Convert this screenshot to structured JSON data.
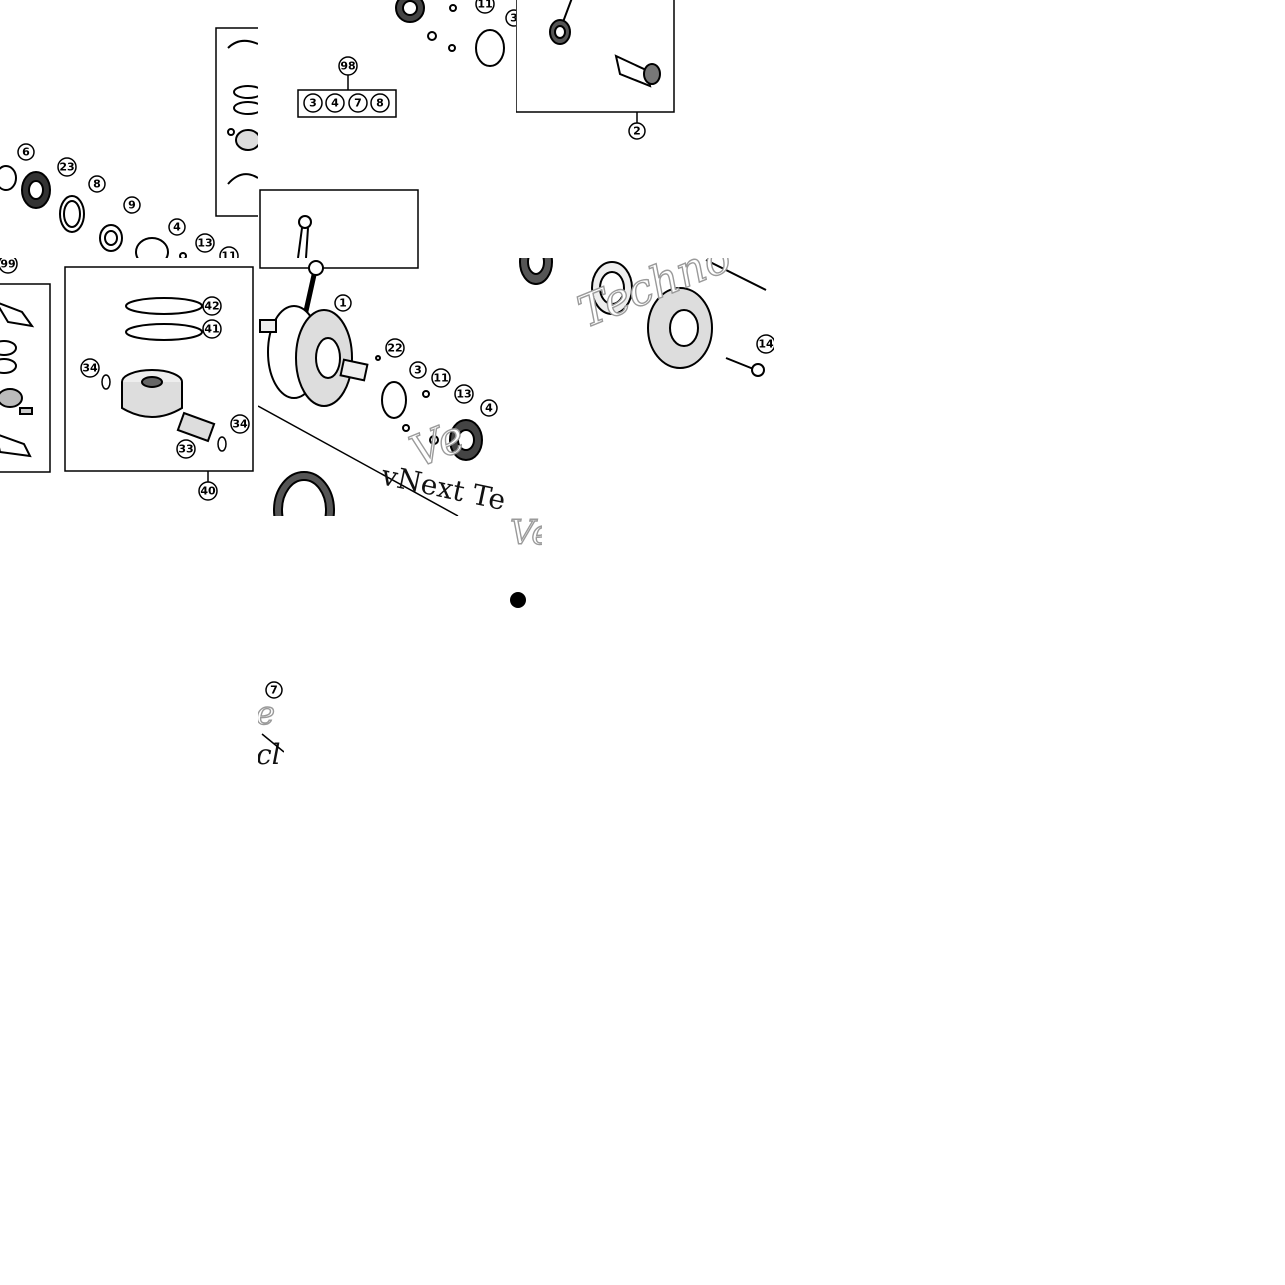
{
  "diagram": {
    "tiles": [
      {
        "name": "tile-top-left",
        "callouts": [
          {
            "id": "6",
            "label": "6"
          },
          {
            "id": "23",
            "label": "23"
          },
          {
            "id": "8",
            "label": "8"
          },
          {
            "id": "9",
            "label": "9"
          },
          {
            "id": "4",
            "label": "4"
          },
          {
            "id": "13",
            "label": "13"
          },
          {
            "id": "11",
            "label": "11"
          }
        ]
      },
      {
        "name": "tile-top-middle",
        "callouts": [
          {
            "id": "11",
            "label": "11"
          },
          {
            "id": "3",
            "label": "3"
          },
          {
            "id": "98",
            "label": "98"
          }
        ],
        "kit_box": [
          "3",
          "4",
          "7",
          "8"
        ]
      },
      {
        "name": "tile-top-right",
        "callouts": [
          {
            "id": "2",
            "label": "2"
          }
        ]
      },
      {
        "name": "tile-middle-left",
        "callouts": [
          {
            "id": "99",
            "label": "99"
          },
          {
            "id": "42",
            "label": "42"
          },
          {
            "id": "41",
            "label": "41"
          },
          {
            "id": "34a",
            "label": "34"
          },
          {
            "id": "34b",
            "label": "34"
          },
          {
            "id": "33",
            "label": "33"
          },
          {
            "id": "40",
            "label": "40"
          }
        ]
      },
      {
        "name": "tile-middle-center",
        "callouts": [
          {
            "id": "1",
            "label": "1"
          },
          {
            "id": "22",
            "label": "22"
          },
          {
            "id": "3",
            "label": "3"
          },
          {
            "id": "11",
            "label": "11"
          },
          {
            "id": "13",
            "label": "13"
          },
          {
            "id": "4",
            "label": "4"
          }
        ]
      },
      {
        "name": "tile-middle-right",
        "callouts": [
          {
            "id": "14",
            "label": "14"
          }
        ]
      },
      {
        "name": "tile-bottom-left",
        "callouts": [
          {
            "id": "7",
            "label": "7"
          }
        ]
      }
    ],
    "watermarks": {
      "main": "vNext Te",
      "right": "Techno",
      "fragment_1": "e",
      "fragment_2": "cl",
      "fragment_3": "Ve"
    },
    "colors": {
      "background": "#ffffff",
      "line": "#000000",
      "watermark_outline": "#9a9a9a"
    }
  }
}
